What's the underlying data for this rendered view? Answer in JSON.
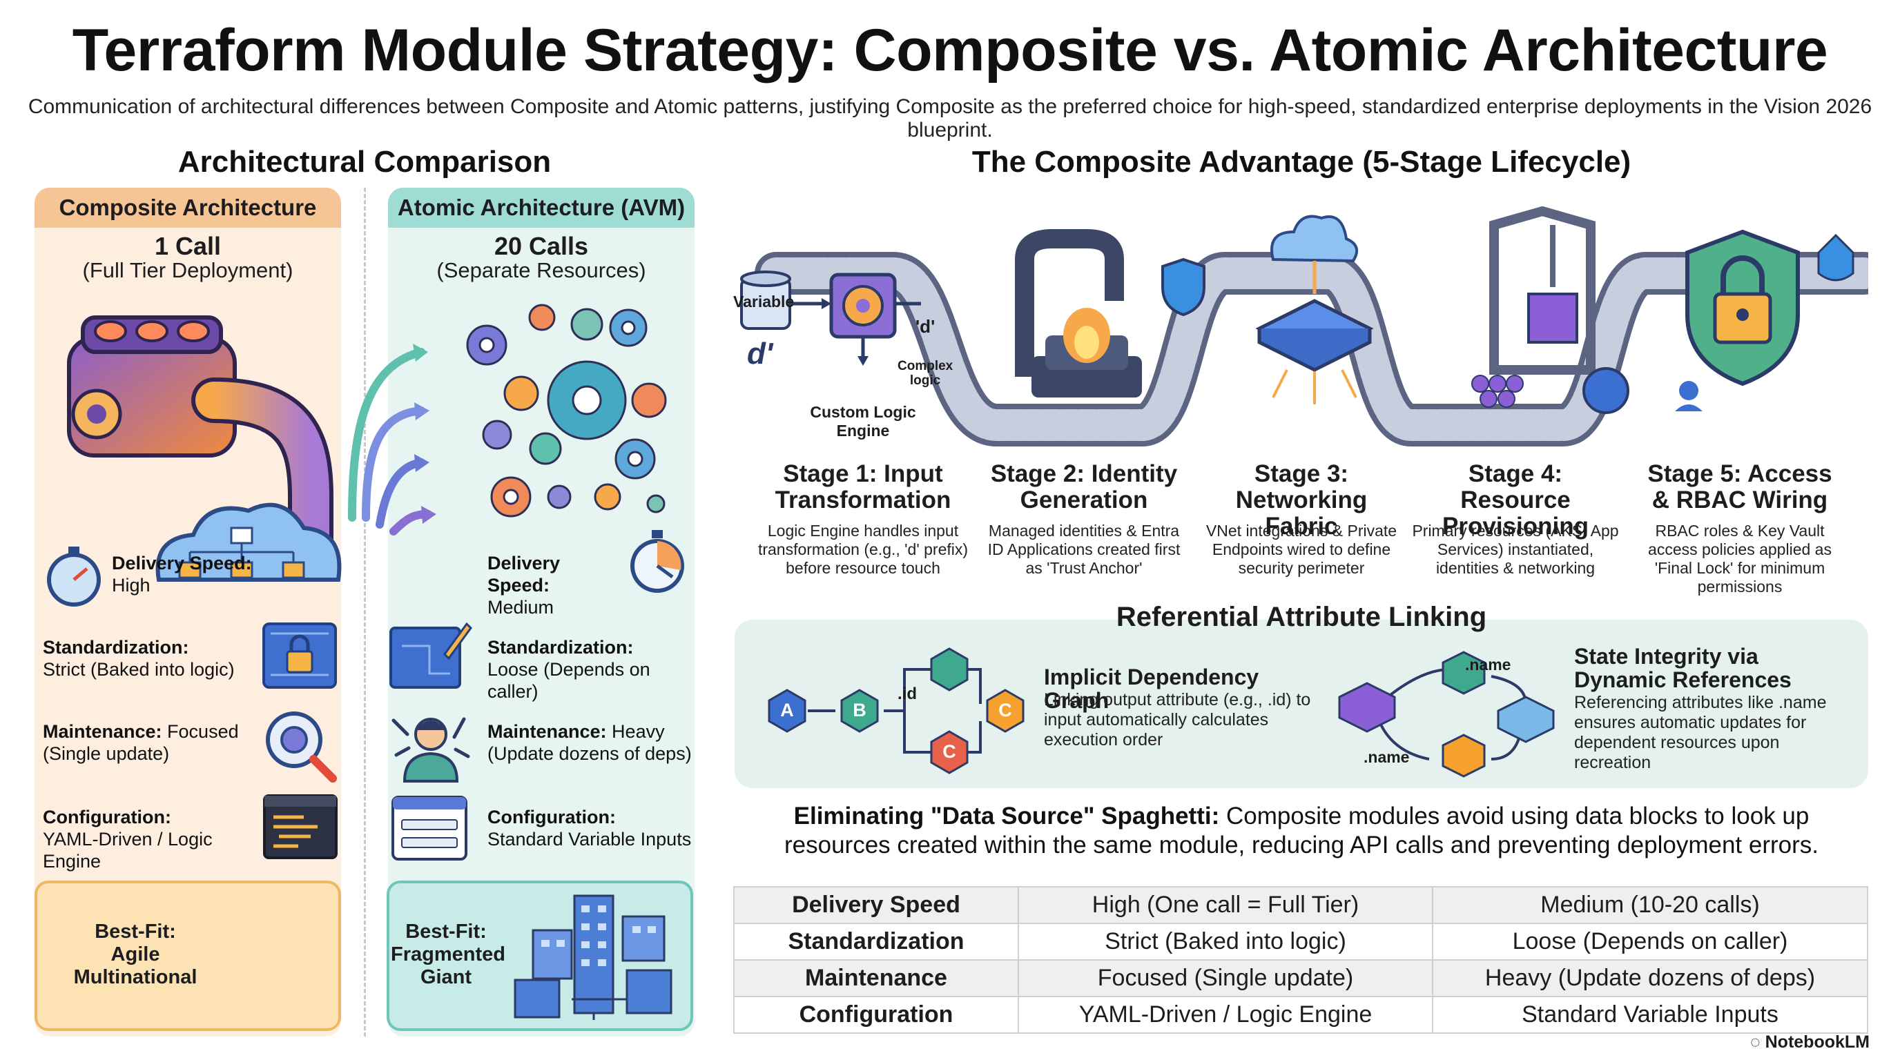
{
  "title": "Terraform Module Strategy: Composite vs. Atomic Architecture",
  "subtitle": "Communication of architectural differences between Composite and Atomic patterns, justifying Composite as the preferred choice for high-speed, standardized enterprise deployments in the Vision 2026 blueprint.",
  "comparison": {
    "heading": "Architectural Comparison",
    "composite": {
      "header": "Composite Architecture",
      "calls": "1 Call",
      "calls_sub": "(Full Tier Deployment)",
      "delivery_label": "Delivery Speed:",
      "delivery_value": "High",
      "standardization_label": "Standardization:",
      "standardization_value": "Strict (Baked into logic)",
      "maintenance_label": "Maintenance:",
      "maintenance_value": " Focused",
      "maintenance_value2": "(Single update)",
      "configuration_label": "Configuration:",
      "configuration_value": "YAML-Driven / Logic Engine",
      "bestfit_label": "Best-Fit:",
      "bestfit_line1": "Agile",
      "bestfit_line2": "Multinational"
    },
    "atomic": {
      "header": "Atomic Architecture (AVM)",
      "calls": "20 Calls",
      "calls_sub": "(Separate Resources)",
      "delivery_label": "Delivery Speed:",
      "delivery_value": "Medium",
      "standardization_label": "Standardization:",
      "standardization_value": "Loose (Depends on caller)",
      "maintenance_label": "Maintenance:",
      "maintenance_value": " Heavy",
      "maintenance_value2": "(Update dozens of deps)",
      "configuration_label": "Configuration:",
      "configuration_value": "Standard Variable Inputs",
      "bestfit_label": "Best-Fit:",
      "bestfit_line1": "Fragmented",
      "bestfit_line2": "Giant"
    }
  },
  "lifecycle": {
    "heading": "The Composite Advantage (5-Stage Lifecycle)",
    "variable_label": "Variable",
    "d_label": "d'",
    "d_quote": "'d'",
    "complex_logic": "Complex logic",
    "engine_label": "Custom Logic Engine",
    "stages": [
      {
        "title": "Stage 1: Input Transformation",
        "desc": "Logic Engine handles input transformation (e.g., 'd' prefix) before resource touch"
      },
      {
        "title": "Stage 2: Identity Generation",
        "desc": "Managed identities & Entra ID Applications created first as 'Trust Anchor'"
      },
      {
        "title": "Stage 3: Networking Fabric",
        "desc": "VNet integrations & Private Endpoints wired to define security perimeter"
      },
      {
        "title": "Stage 4: Resource Provisioning",
        "desc": "Primary resources (AKS, App Services) instantiated, identities & networking"
      },
      {
        "title": "Stage 5: Access & RBAC Wiring",
        "desc": "RBAC roles & Key Vault access policies applied as 'Final Lock' for minimum permissions"
      }
    ]
  },
  "linking": {
    "title": "Referential Attribute Linking",
    "implicit_head": "Implicit Dependency Graph",
    "implicit_desc": "Linking output attribute (e.g., .id) to input automatically calculates execution order",
    "state_head": "State Integrity via Dynamic References",
    "state_desc": "Referencing attributes like .name ensures automatic updates for dependent resources upon recreation",
    "node_a": "A",
    "node_b": "B",
    "node_c": "C",
    "id_label": ".id",
    "name_label": ".name"
  },
  "spaghetti": {
    "bold": "Eliminating \"Data Source\" Spaghetti:",
    "text": " Composite modules avoid using data blocks to look up resources created within the same module, reducing API calls and preventing deployment errors."
  },
  "table": {
    "rows": [
      [
        "Delivery Speed",
        "High (One call = Full Tier)",
        "Medium (10-20 calls)"
      ],
      [
        "Standardization",
        "Strict (Baked into logic)",
        "Loose (Depends on caller)"
      ],
      [
        "Maintenance",
        "Focused (Single update)",
        "Heavy (Update dozens of deps)"
      ],
      [
        "Configuration",
        "YAML-Driven / Logic Engine",
        "Standard Variable Inputs"
      ]
    ]
  },
  "brand": "NotebookLM",
  "colors": {
    "composite_bg": "#fdeee0",
    "composite_header": "#f6c596",
    "atomic_bg": "#e6f4f2",
    "atomic_header": "#9fdcd3",
    "linking_bg": "#e4f1ef"
  }
}
